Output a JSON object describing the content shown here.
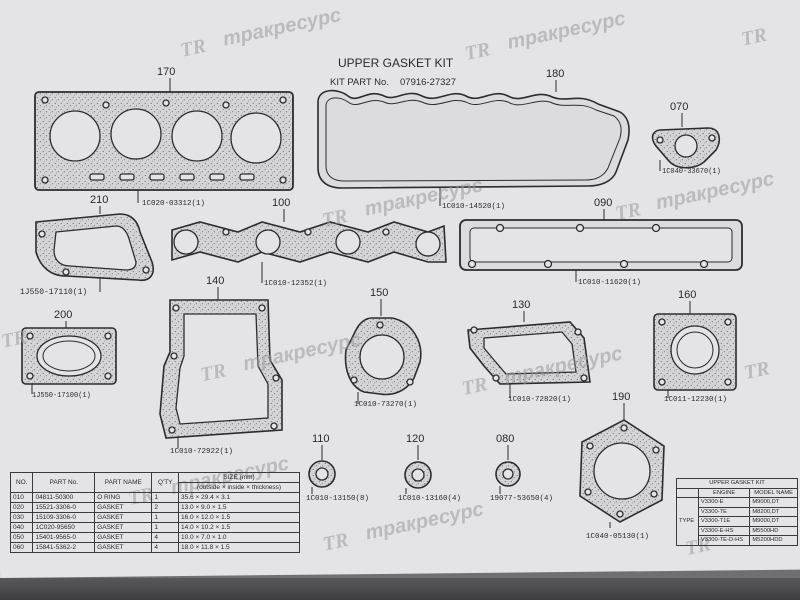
{
  "header": {
    "title": "UPPER GASKET KIT",
    "kit_part_label": "KIT PART No.",
    "kit_part_no": "07916-27327"
  },
  "watermark": {
    "logo": "TR",
    "text": "трaкресурс"
  },
  "parts": [
    {
      "ref": "170",
      "code": "1C020-03312(1)"
    },
    {
      "ref": "180",
      "code": "1C010-14520(1)"
    },
    {
      "ref": "070",
      "code": "1C040-33670(1)"
    },
    {
      "ref": "210",
      "code": "1J550-17110(1)"
    },
    {
      "ref": "100",
      "code": "1C010-12352(1)"
    },
    {
      "ref": "090",
      "code": "1C010-11620(1)"
    },
    {
      "ref": "200",
      "code": "1J550-17100(1)"
    },
    {
      "ref": "140",
      "code": "1C010-72922(1)"
    },
    {
      "ref": "150",
      "code": "1C010-73270(1)"
    },
    {
      "ref": "130",
      "code": "1C010-72820(1)"
    },
    {
      "ref": "160",
      "code": "1C011-12230(1)"
    },
    {
      "ref": "110",
      "code": "1C010-13150(8)"
    },
    {
      "ref": "120",
      "code": "1C010-13160(4)"
    },
    {
      "ref": "080",
      "code": "19077-53650(4)"
    },
    {
      "ref": "190",
      "code": "1C040-05130(1)"
    }
  ],
  "parts_table": {
    "headers": [
      "NO.",
      "PART No.",
      "PART NAME",
      "Q'TY",
      "SIZE (mm)"
    ],
    "size_sub": "(outside × inside × thickness)",
    "rows": [
      {
        "no": "010",
        "part": "04811-50300",
        "name": "O RING",
        "qty": "1",
        "size": "35.6 × 29.4 × 3.1"
      },
      {
        "no": "020",
        "part": "15521-3306-0",
        "name": "GASKET",
        "qty": "2",
        "size": "13.0 × 9.0 × 1.5"
      },
      {
        "no": "030",
        "part": "15109-3306-0",
        "name": "GASKET",
        "qty": "1",
        "size": "16.0 × 12.0 × 1.5"
      },
      {
        "no": "040",
        "part": "1C020-95650",
        "name": "GASKET",
        "qty": "1",
        "size": "14.0 × 10.2 × 1.5"
      },
      {
        "no": "050",
        "part": "15401-9565-0",
        "name": "GASKET",
        "qty": "4",
        "size": "10.0 × 7.0 × 1.0"
      },
      {
        "no": "060",
        "part": "15841-5362-2",
        "name": "GASKET",
        "qty": "4",
        "size": "18.0 × 11.8 × 1.5"
      }
    ]
  },
  "kit_table": {
    "title": "UPPER GASKET KIT",
    "headers": [
      "ENGINE",
      "MODEL NAME"
    ],
    "type_label": "TYPE",
    "rows": [
      {
        "engine": "V3300-E",
        "model": "M9000,DT"
      },
      {
        "engine": "V3300-TE",
        "model": "M8200,DT"
      },
      {
        "engine": "V3300-T1E",
        "model": "M9000,DT"
      },
      {
        "engine": "V3300-E-HS",
        "model": "M5500HD"
      },
      {
        "engine": "V3300-TE-D-HS",
        "model": "M5200HDD"
      }
    ]
  }
}
